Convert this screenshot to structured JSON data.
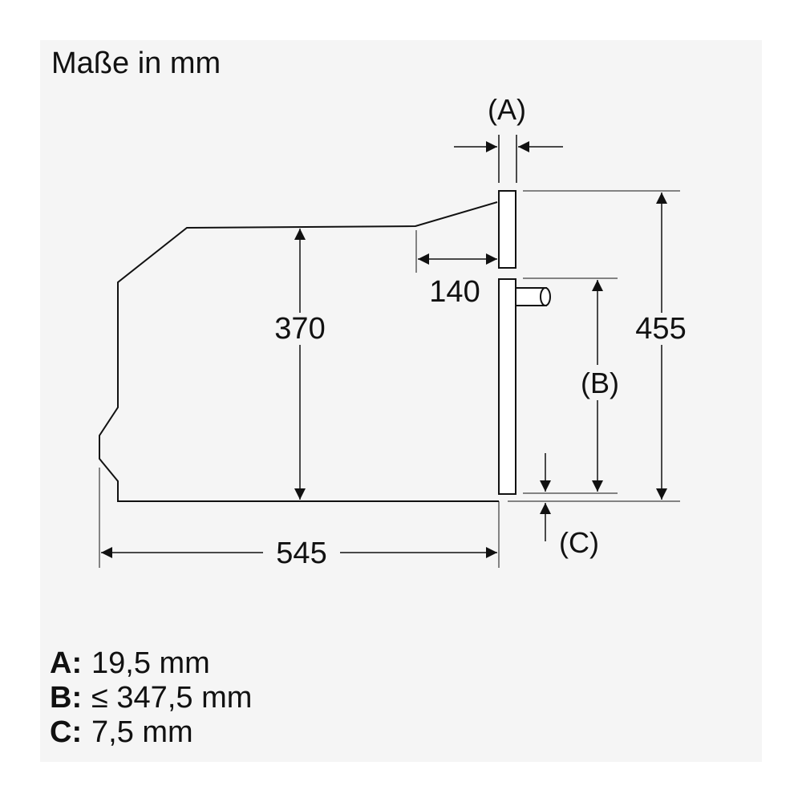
{
  "title": "Maße in mm",
  "dimensions": {
    "depth": "545",
    "body_height": "370",
    "total_height": "455",
    "front_depth": "140"
  },
  "markers": {
    "a": "(A)",
    "b": "(B)",
    "c": "(C)"
  },
  "legend": [
    {
      "key": "A:",
      "value": "19,5 mm"
    },
    {
      "key": "B:",
      "value": "≤ 347,5 mm"
    },
    {
      "key": "C:",
      "value": "7,5 mm"
    }
  ],
  "colors": {
    "line": "#111111",
    "panel_background": "#f5f5f5"
  }
}
